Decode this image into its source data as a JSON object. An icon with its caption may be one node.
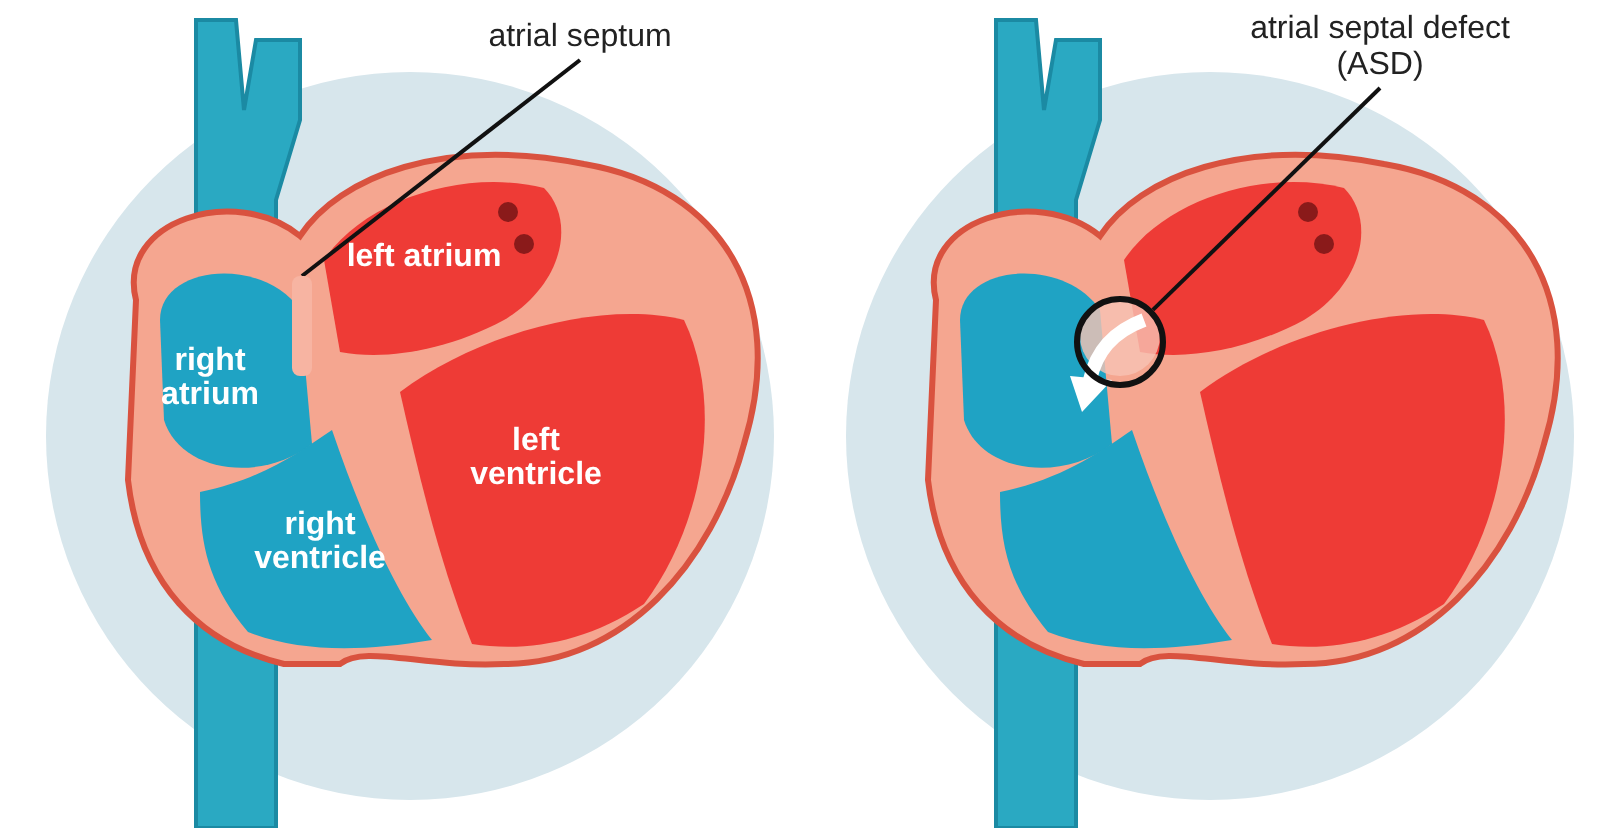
{
  "diagram": {
    "nodes": [
      {
        "text": [
          "atrial septum"
        ]
      },
      {
        "text": [
          "atrial septal defect (ASD)"
        ]
      },
      {
        "text": [],
        "shape": "circle"
      },
      {
        "text": [],
        "shape": "bar"
      }
    ],
    "edges": [
      {
        "from": 0,
        "to": 3,
        "arrow": "none"
      },
      {
        "from": 1,
        "to": 2,
        "arrow": "none"
      }
    ],
    "labels": [
      "left atrium",
      "right atrium",
      "left ventricle",
      "right ventricle"
    ]
  }
}
